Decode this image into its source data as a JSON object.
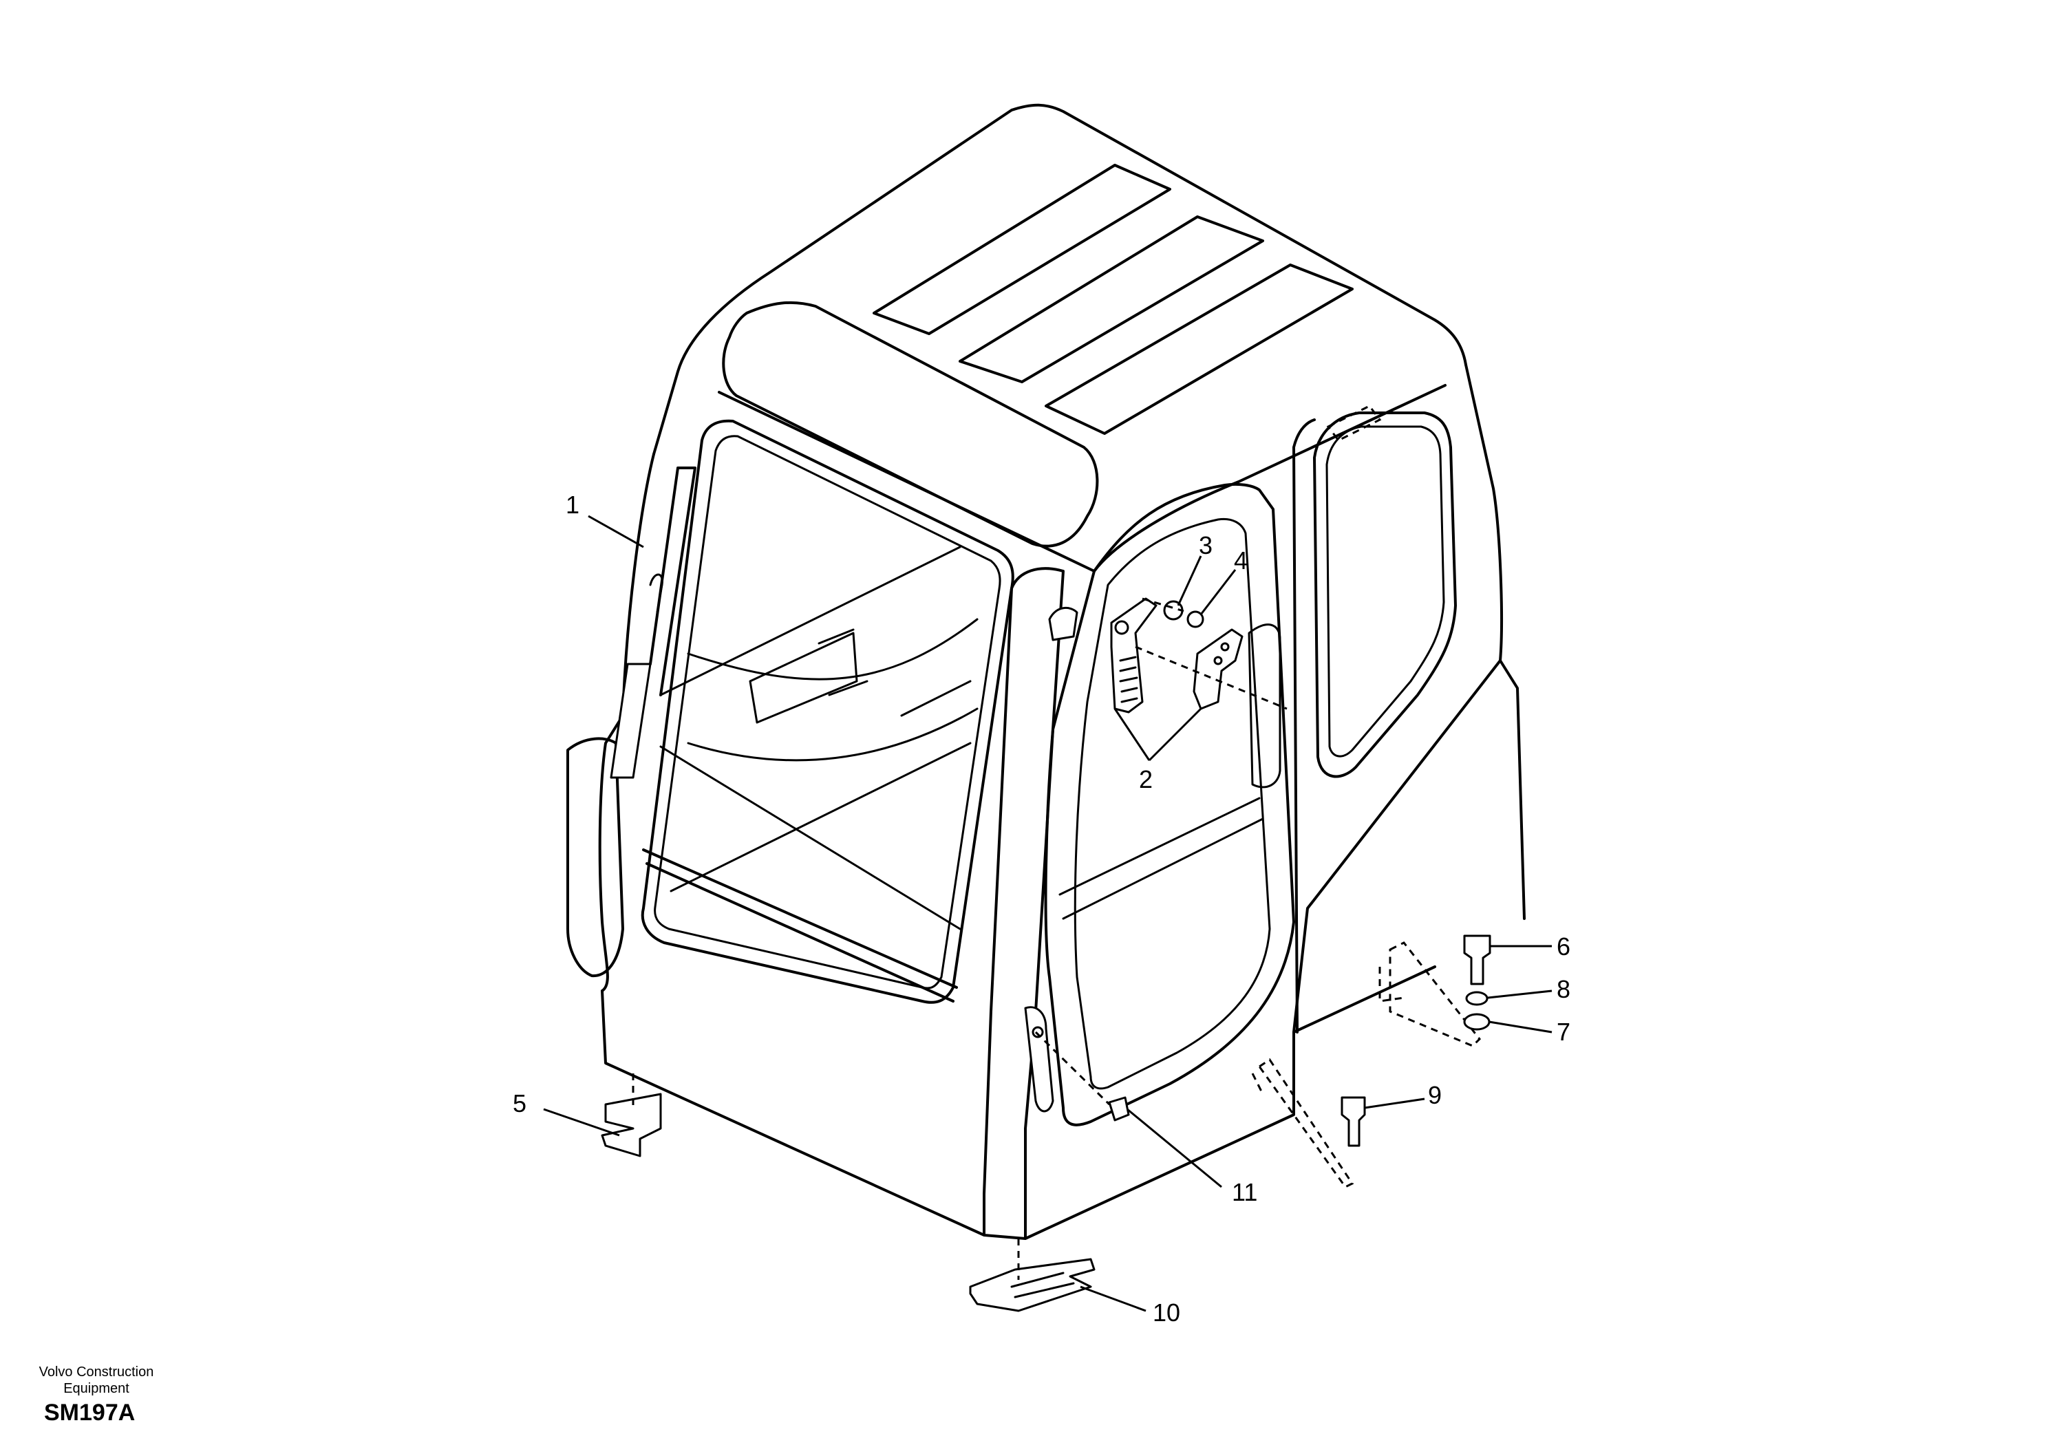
{
  "diagram": {
    "callouts": [
      {
        "id": "1",
        "text": "1"
      },
      {
        "id": "2",
        "text": "2"
      },
      {
        "id": "3",
        "text": "3"
      },
      {
        "id": "4",
        "text": "4"
      },
      {
        "id": "5",
        "text": "5"
      },
      {
        "id": "6",
        "text": "6"
      },
      {
        "id": "7",
        "text": "7"
      },
      {
        "id": "8",
        "text": "8"
      },
      {
        "id": "9",
        "text": "9"
      },
      {
        "id": "10",
        "text": "10"
      },
      {
        "id": "11",
        "text": "11"
      }
    ]
  },
  "footer": {
    "brand_line1": "Volvo Construction",
    "brand_line2": "Equipment",
    "drawing_code": "SM197A"
  }
}
